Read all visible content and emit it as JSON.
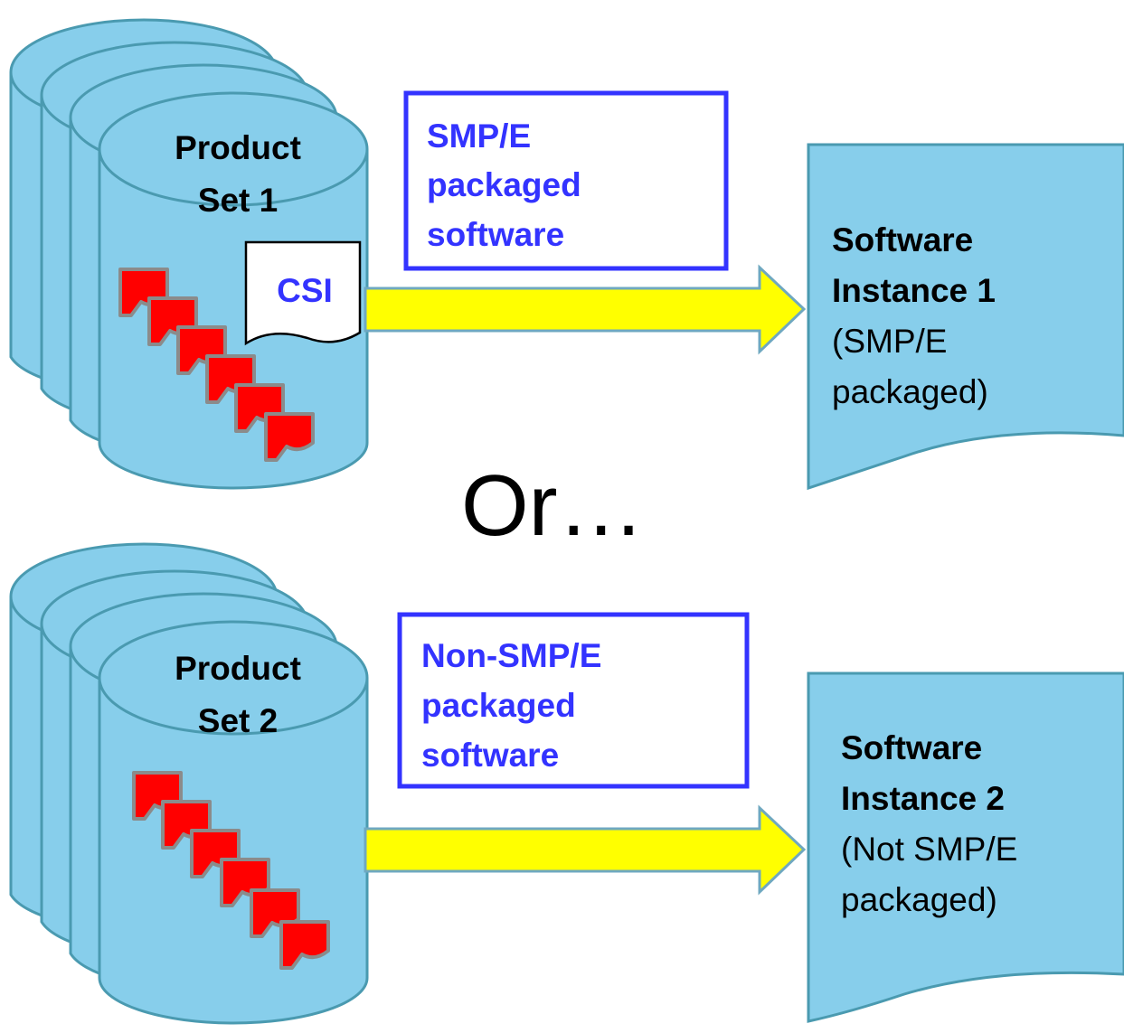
{
  "colors": {
    "cylinder_fill": "#87CEEB",
    "cylinder_stroke": "#4A9AB0",
    "arrow_fill": "#FFFF00",
    "package_box_stroke": "#3333FF",
    "package_text": "#3333FF",
    "red_document": "#FF0000"
  },
  "top": {
    "product_set": {
      "line1": "Product",
      "line2": "Set 1"
    },
    "csi_label": "CSI",
    "package_box": {
      "line1": "SMP/E",
      "line2": "packaged",
      "line3": "software"
    },
    "instance": {
      "line1": "Software",
      "line2": "Instance 1",
      "line3": "(SMP/E",
      "line4": "packaged)"
    }
  },
  "separator": "Or…",
  "bottom": {
    "product_set": {
      "line1": "Product",
      "line2": "Set 2"
    },
    "package_box": {
      "line1": "Non-SMP/E",
      "line2": "packaged",
      "line3": "software"
    },
    "instance": {
      "line1": "Software",
      "line2": "Instance 2",
      "line3": "(Not SMP/E",
      "line4": "packaged)"
    }
  }
}
